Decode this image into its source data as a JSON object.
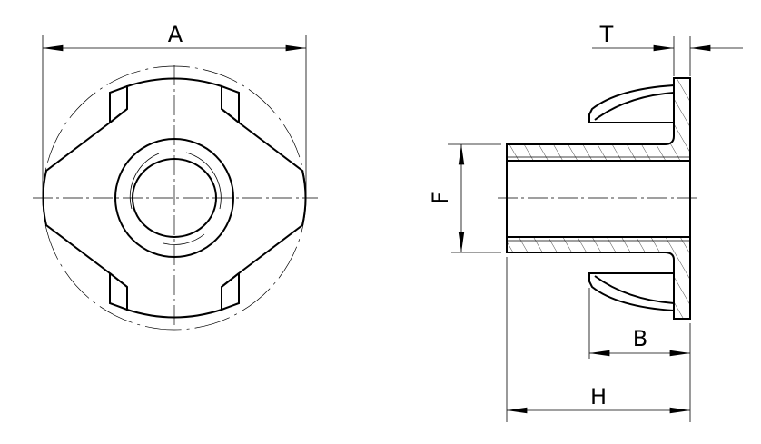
{
  "drawing": {
    "front_view": {
      "dimension_a": "A"
    },
    "side_view": {
      "dimension_t": "T",
      "dimension_f": "F",
      "dimension_b": "B",
      "dimension_h": "H"
    }
  }
}
